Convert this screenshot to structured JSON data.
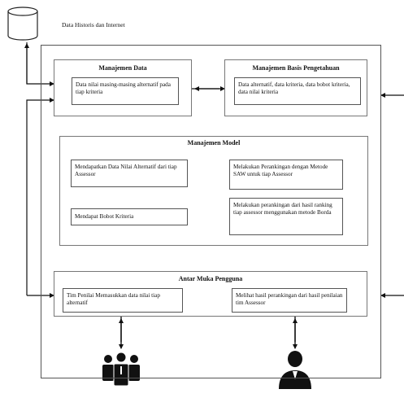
{
  "database_caption": "Data Historis dan Internet",
  "groups": {
    "data_management": {
      "title": "Manajemen Data",
      "box": "Data nilai masing-masing alternatif pada tiap kriteria"
    },
    "knowledge_management": {
      "title": "Manajemen Basis Pengetahuan",
      "box": "Data alternatif, data kriteria, data bobot kriteria, data nilai kriteria"
    },
    "model_management": {
      "title": "Manajemen Model",
      "box_alt_values": "Mendapatkan Data Nilai Alternatif dari tiap Assessor",
      "box_criteria_weight": "Mendapat Bobot Kriteria",
      "box_saw": "Melakukan Perankingan dengan Metode SAW untuk tiap Assessor",
      "box_borda": "Melakukan perankingan dari hasil ranking tiap assessor menggunakan metode Borda"
    },
    "user_interface": {
      "title": "Antar Muka Pengguna",
      "box_left": "Tim Penilai Memasukkan data nilai tiap alternatif",
      "box_right": "Melihat hasil perankingan dari hasil penilaian tim Assessor"
    }
  },
  "icons": {
    "database": "database-cylinder-icon",
    "team": "user-group-icon",
    "person": "single-user-icon"
  }
}
